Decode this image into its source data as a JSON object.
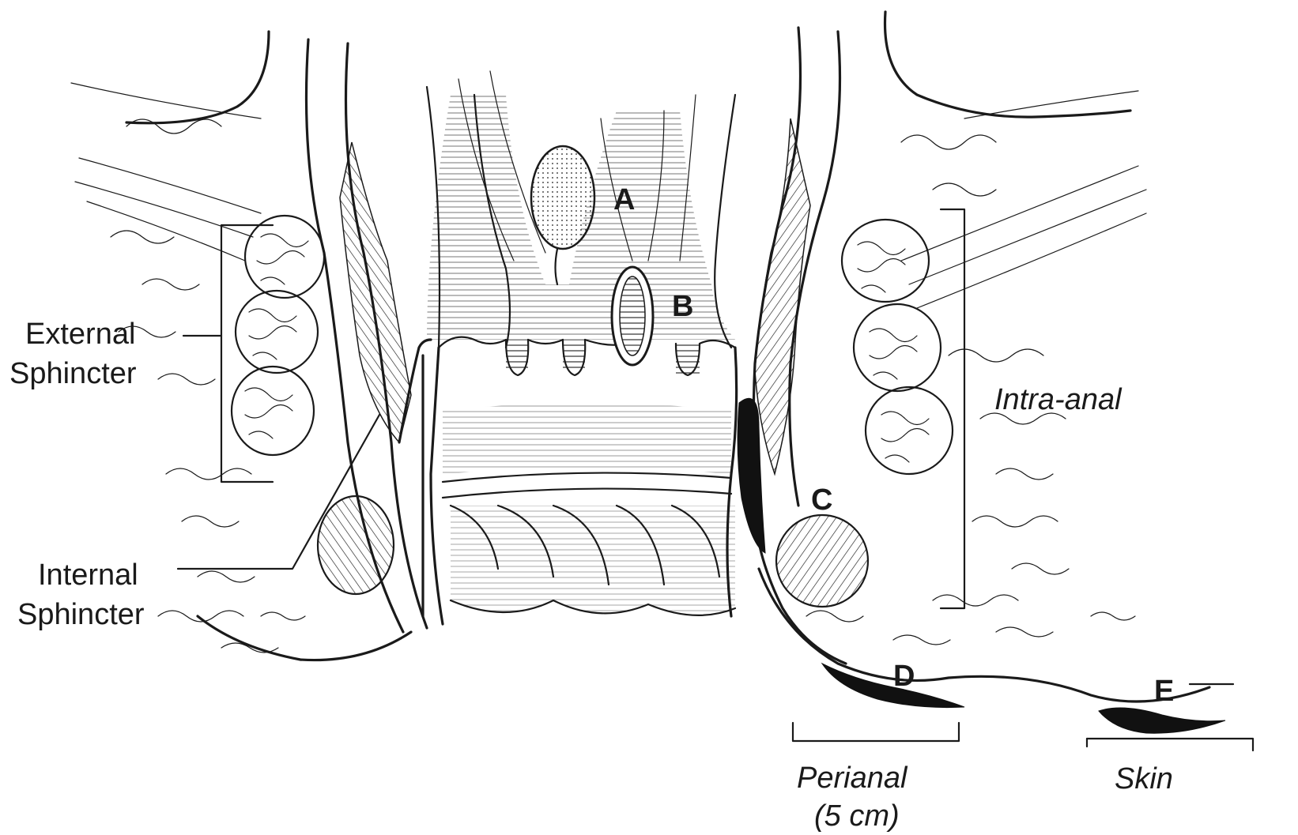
{
  "labels": {
    "external_sphincter_line1": "External",
    "external_sphincter_line2": "Sphincter",
    "internal_sphincter_line1": "Internal",
    "internal_sphincter_line2": "Sphincter",
    "intra_anal": "Intra-anal",
    "perianal_line1": "Perianal",
    "perianal_line2": "(5 cm)",
    "skin": "Skin",
    "letter_a": "A",
    "letter_b": "B",
    "letter_c": "C",
    "letter_d": "D",
    "letter_e": "E"
  },
  "colors": {
    "ink": "#1a1a1a",
    "background": "#ffffff",
    "lesion_fill": "#111111"
  }
}
